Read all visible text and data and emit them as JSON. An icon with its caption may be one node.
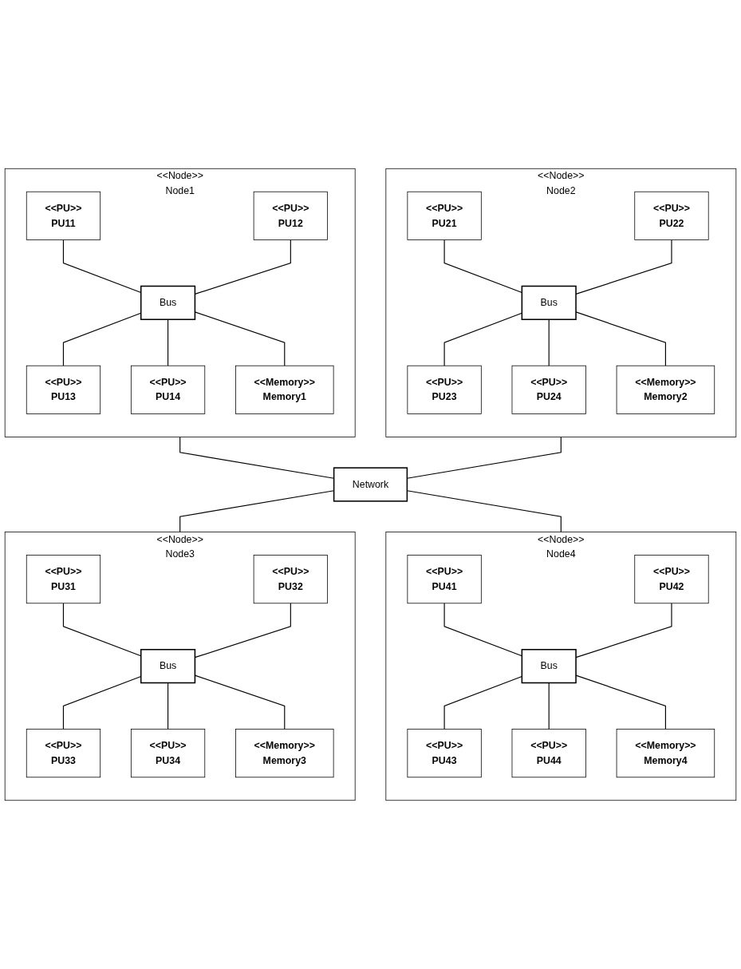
{
  "diagram": {
    "nodes": [
      {
        "text": [
          "<<Node>>",
          "Node1"
        ]
      },
      {
        "text": [
          "<<PU>>",
          "PU11"
        ],
        "in": 0
      },
      {
        "text": [
          "<<PU>>",
          "PU12"
        ],
        "in": 0
      },
      {
        "text": [
          "Bus"
        ],
        "in": 0
      },
      {
        "text": [
          "<<PU>>",
          "PU13"
        ],
        "in": 0
      },
      {
        "text": [
          "<<PU>>",
          "PU14"
        ],
        "in": 0
      },
      {
        "text": [
          "<<Memory>>",
          "Memory1"
        ],
        "in": 0
      },
      {
        "text": [
          "<<Node>>",
          "Node2"
        ]
      },
      {
        "text": [
          "<<PU>>",
          "PU21"
        ],
        "in": 7
      },
      {
        "text": [
          "<<PU>>",
          "PU22"
        ],
        "in": 7
      },
      {
        "text": [
          "Bus"
        ],
        "in": 7
      },
      {
        "text": [
          "<<PU>>",
          "PU23"
        ],
        "in": 7
      },
      {
        "text": [
          "<<PU>>",
          "PU24"
        ],
        "in": 7
      },
      {
        "text": [
          "<<Memory>>",
          "Memory2"
        ],
        "in": 7
      },
      {
        "text": [
          "Network"
        ]
      },
      {
        "text": [
          "<<Node>>",
          "Node3"
        ]
      },
      {
        "text": [
          "<<PU>>",
          "PU31"
        ],
        "in": 15
      },
      {
        "text": [
          "<<PU>>",
          "PU32"
        ],
        "in": 15
      },
      {
        "text": [
          "Bus"
        ],
        "in": 15
      },
      {
        "text": [
          "<<PU>>",
          "PU33"
        ],
        "in": 15
      },
      {
        "text": [
          "<<PU>>",
          "PU34"
        ],
        "in": 15
      },
      {
        "text": [
          "<<Memory>>",
          "Memory3"
        ],
        "in": 15
      },
      {
        "text": [
          "<<Node>>",
          "Node4"
        ]
      },
      {
        "text": [
          "<<PU>>",
          "PU41"
        ],
        "in": 22
      },
      {
        "text": [
          "<<PU>>",
          "PU42"
        ],
        "in": 22
      },
      {
        "text": [
          "Bus"
        ],
        "in": 22
      },
      {
        "text": [
          "<<PU>>",
          "PU43"
        ],
        "in": 22
      },
      {
        "text": [
          "<<PU>>",
          "PU44"
        ],
        "in": 22
      },
      {
        "text": [
          "<<Memory>>",
          "Memory4"
        ],
        "in": 22
      }
    ],
    "edges": [
      {
        "from": 1,
        "to": 3,
        "arrow": "none"
      },
      {
        "from": 2,
        "to": 3,
        "arrow": "none"
      },
      {
        "from": 3,
        "to": 4,
        "arrow": "none"
      },
      {
        "from": 3,
        "to": 5,
        "arrow": "none"
      },
      {
        "from": 3,
        "to": 6,
        "arrow": "none"
      },
      {
        "from": 8,
        "to": 10,
        "arrow": "none"
      },
      {
        "from": 9,
        "to": 10,
        "arrow": "none"
      },
      {
        "from": 10,
        "to": 11,
        "arrow": "none"
      },
      {
        "from": 10,
        "to": 12,
        "arrow": "none"
      },
      {
        "from": 10,
        "to": 13,
        "arrow": "none"
      },
      {
        "from": 16,
        "to": 18,
        "arrow": "none"
      },
      {
        "from": 17,
        "to": 18,
        "arrow": "none"
      },
      {
        "from": 18,
        "to": 19,
        "arrow": "none"
      },
      {
        "from": 18,
        "to": 20,
        "arrow": "none"
      },
      {
        "from": 18,
        "to": 21,
        "arrow": "none"
      },
      {
        "from": 23,
        "to": 25,
        "arrow": "none"
      },
      {
        "from": 24,
        "to": 25,
        "arrow": "none"
      },
      {
        "from": 25,
        "to": 26,
        "arrow": "none"
      },
      {
        "from": 25,
        "to": 27,
        "arrow": "none"
      },
      {
        "from": 25,
        "to": 28,
        "arrow": "none"
      },
      {
        "from": 0,
        "to": 14,
        "arrow": "none"
      },
      {
        "from": 7,
        "to": 14,
        "arrow": "none"
      },
      {
        "from": 14,
        "to": 15,
        "arrow": "none"
      },
      {
        "from": 14,
        "to": 22,
        "arrow": "none"
      }
    ]
  }
}
